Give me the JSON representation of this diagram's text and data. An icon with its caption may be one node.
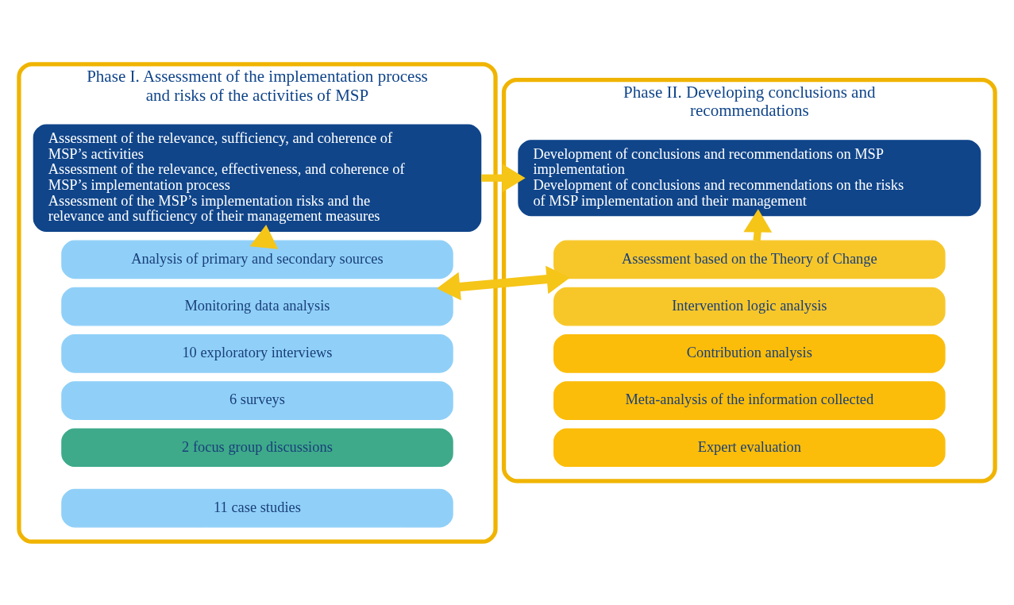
{
  "diagram": {
    "nodes": [
      {
        "text": [
          "Phase I. Assessment of the implementation process and risks of the activities of MSP"
        ]
      },
      {
        "text": [
          "Assessment of the relevance, sufficiency, and coherence of MSP’s activities",
          "Assessment of the relevance, effectiveness, and coherence of MSP’s implementation process",
          "Assessment of the MSP’s implementation risks and the relevance and sufficiency of their management measures"
        ],
        "in": 0
      },
      {
        "text": [
          "Analysis of primary and secondary sources"
        ],
        "in": 0
      },
      {
        "text": [
          "Monitoring data analysis"
        ],
        "in": 0
      },
      {
        "text": [
          "10 exploratory interviews"
        ],
        "in": 0
      },
      {
        "text": [
          "6 surveys"
        ],
        "in": 0
      },
      {
        "text": [
          "2 focus group discussions"
        ],
        "in": 0
      },
      {
        "text": [
          "11 case studies"
        ],
        "in": 0
      },
      {
        "text": [
          "Phase II. Developing conclusions and recommendations"
        ]
      },
      {
        "text": [
          "Development of conclusions and recommendations on MSP implementation",
          "Development of conclusions and recommendations on the risks of MSP implementation and their management"
        ],
        "in": 8
      },
      {
        "text": [
          "Assessment based on the Theory of Change"
        ],
        "in": 8
      },
      {
        "text": [
          "Intervention logic analysis"
        ],
        "in": 8
      },
      {
        "text": [
          "Contribution analysis"
        ],
        "in": 8
      },
      {
        "text": [
          "Meta-analysis of the information collected"
        ],
        "in": 8
      },
      {
        "text": [
          "Expert evaluation"
        ],
        "in": 8
      }
    ],
    "edges": [
      {
        "from": 2,
        "to": 1,
        "arrow": "to"
      },
      {
        "from": 1,
        "to": 9,
        "arrow": "to"
      },
      {
        "from": 10,
        "to": 3,
        "arrow": "to"
      },
      {
        "from": 3,
        "to": 10,
        "arrow": "to"
      },
      {
        "from": 10,
        "to": 9,
        "arrow": "to"
      }
    ]
  }
}
